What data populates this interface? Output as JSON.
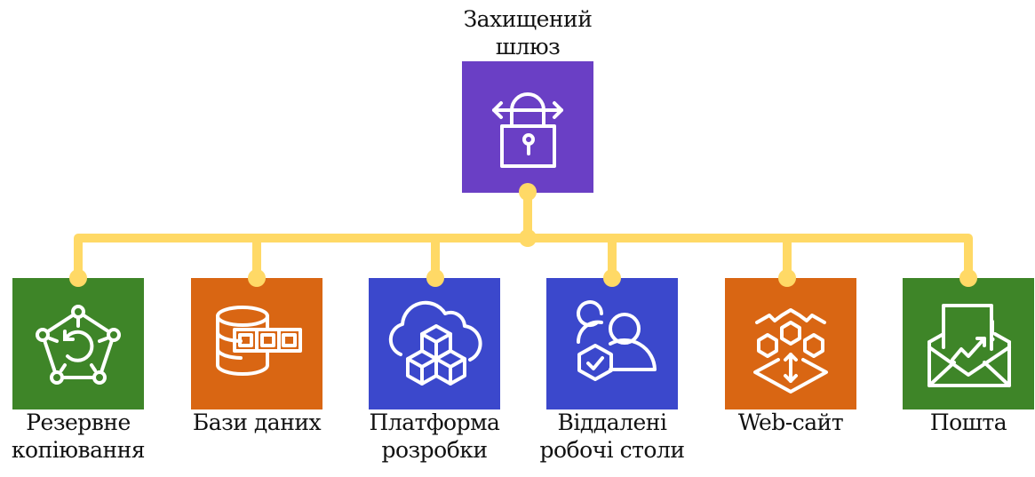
{
  "colors": {
    "connector": "#FFD966",
    "root": "#6A3FC5",
    "green": "#3E8528",
    "orange": "#D96613",
    "blue": "#3B48CC",
    "icon": "#FFFFFF"
  },
  "root": {
    "label_line1": "Захищений",
    "label_line2": "шлюз",
    "icon": "padlock-with-bidirectional-arrow-icon",
    "color": "#6A3FC5"
  },
  "children": [
    {
      "label_line1": "Резервне",
      "label_line2": "копіювання",
      "icon": "backup-pentagon-icon",
      "color": "#3E8528"
    },
    {
      "label_line1": "Бази даних",
      "label_line2": "",
      "icon": "database-chain-icon",
      "color": "#D96613"
    },
    {
      "label_line1": "Платформа",
      "label_line2": "розробки",
      "icon": "cloud-cubes-icon",
      "color": "#3B48CC"
    },
    {
      "label_line1": "Віддалені",
      "label_line2": "робочі столи",
      "icon": "users-shield-icon",
      "color": "#3B48CC"
    },
    {
      "label_line1": "Web-сайт",
      "label_line2": "",
      "icon": "hexagon-network-icon",
      "color": "#D96613"
    },
    {
      "label_line1": "Пошта",
      "label_line2": "",
      "icon": "envelope-chart-icon",
      "color": "#3E8528"
    }
  ]
}
